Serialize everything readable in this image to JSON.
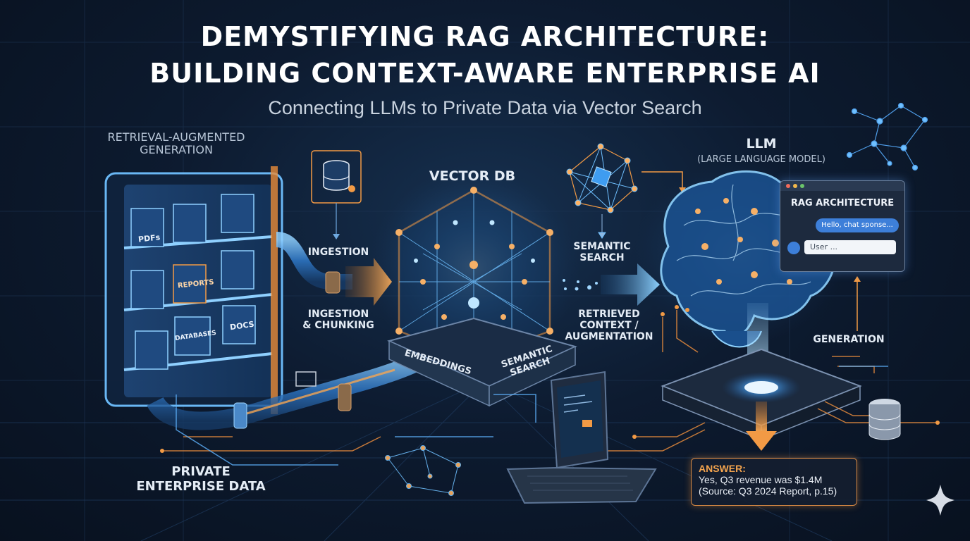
{
  "title_line1": "DEMYSTIFYING RAG ARCHITECTURE:",
  "title_line2": "BUILDING CONTEXT-AWARE ENTERPRISE AI",
  "subtitle": "Connecting LLMs to Private Data via Vector Search",
  "labels": {
    "rag_line1": "RETRIEVAL-AUGMENTED",
    "rag_line2": "GENERATION",
    "ingestion": "INGESTION",
    "ingestion_chunking_1": "INGESTION",
    "ingestion_chunking_2": "& CHUNKING",
    "vector_db": "VECTOR DB",
    "embeddings": "EMBEDDINGS",
    "semantic_search_base_1": "SEMANTIC",
    "semantic_search_base_2": "SEARCH",
    "semantic_search_1": "SEMANTIC",
    "semantic_search_2": "SEARCH",
    "retrieved_1": "RETRIEVED",
    "retrieved_2": "CONTEXT /",
    "retrieved_3": "AUGMENTATION",
    "llm": "LLM",
    "llm_full": "(LARGE LANGUAGE MODEL)",
    "generation": "GENERATION",
    "private_1": "PRIVATE",
    "private_2": "ENTERPRISE DATA"
  },
  "shelf_tags": {
    "pdfs": "PDFs",
    "reports": "REPORTS",
    "databases": "DATABASES",
    "docs": "DOCS"
  },
  "chat_window": {
    "title": "RAG ARCHITECTURE",
    "bubble": "Hello, chat sponse...",
    "input_placeholder": "User ..."
  },
  "answer": {
    "heading": "ANSWER:",
    "line1": "Yes, Q3 revenue was $1.4M",
    "line2": "(Source: Q3 2024 Report, p.15)"
  },
  "colors": {
    "blue_glow": "#5fb4ff",
    "orange_glow": "#f29a45",
    "background": "#0b1526"
  }
}
